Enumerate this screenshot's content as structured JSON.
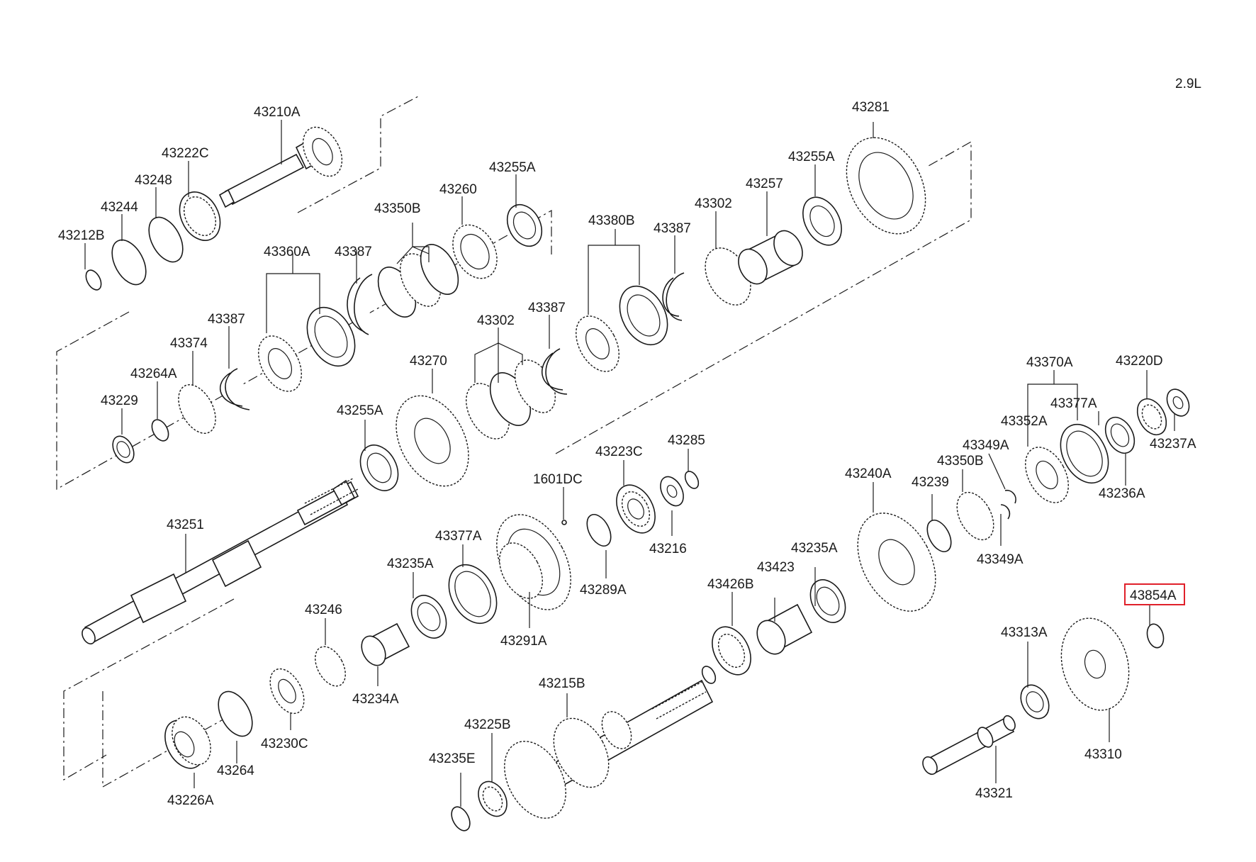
{
  "variant": "2.9L",
  "highlight_color": "#e0202a",
  "labels": {
    "p43210A": "43210A",
    "p43222C": "43222C",
    "p43248": "43248",
    "p43244": "43244",
    "p43212B": "43212B",
    "p43350B_a": "43350B",
    "p43260": "43260",
    "p43255A_a": "43255A",
    "p43360A": "43360A",
    "p43387_a": "43387",
    "p43387_b": "43387",
    "p43374": "43374",
    "p43264A": "43264A",
    "p43229": "43229",
    "p43380B": "43380B",
    "p43387_c": "43387",
    "p43302_a": "43302",
    "p43257": "43257",
    "p43255A_b": "43255A",
    "p43281": "43281",
    "p43302_b": "43302",
    "p43387_d": "43387",
    "p43270": "43270",
    "p43255A_c": "43255A",
    "p43251": "43251",
    "p1601DC": "1601DC",
    "p43223C": "43223C",
    "p43285": "43285",
    "p43216": "43216",
    "p43289A": "43289A",
    "p43377A_a": "43377A",
    "p43235A_a": "43235A",
    "p43291A": "43291A",
    "p43246": "43246",
    "p43234A": "43234A",
    "p43230C": "43230C",
    "p43264": "43264",
    "p43226A": "43226A",
    "p43215B": "43215B",
    "p43225B": "43225B",
    "p43235E": "43235E",
    "p43240A": "43240A",
    "p43239": "43239",
    "p43350B_b": "43350B",
    "p43349A_a": "43349A",
    "p43349A_b": "43349A",
    "p43352A": "43352A",
    "p43370A": "43370A",
    "p43377A_b": "43377A",
    "p43220D": "43220D",
    "p43237A": "43237A",
    "p43236A": "43236A",
    "p43235A_b": "43235A",
    "p43423": "43423",
    "p43426B": "43426B",
    "p43854A": "43854A",
    "p43313A": "43313A",
    "p43310": "43310",
    "p43321": "43321"
  }
}
